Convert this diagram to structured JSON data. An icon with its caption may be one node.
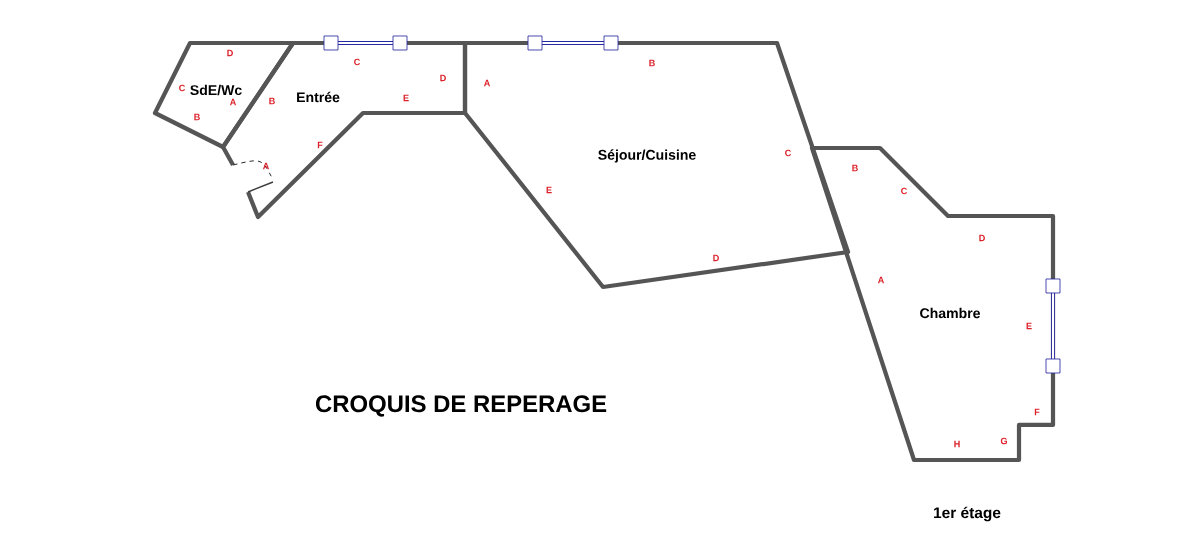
{
  "diagram": {
    "title": "CROQUIS DE REPERAGE",
    "caption": "1er étage",
    "nodes": [
      {
        "text": [
          "SdE/Wc"
        ]
      },
      {
        "text": [
          "Entrée"
        ]
      },
      {
        "text": [
          "Séjour/Cuisine"
        ]
      },
      {
        "text": [
          "Chambre"
        ]
      }
    ],
    "edges": [],
    "labels": [
      "D",
      "C",
      "A",
      "B",
      "C",
      "D",
      "B",
      "E",
      "F",
      "A",
      "A",
      "B",
      "C",
      "E",
      "D",
      "B",
      "C",
      "D",
      "A",
      "E",
      "F",
      "G",
      "H"
    ]
  }
}
